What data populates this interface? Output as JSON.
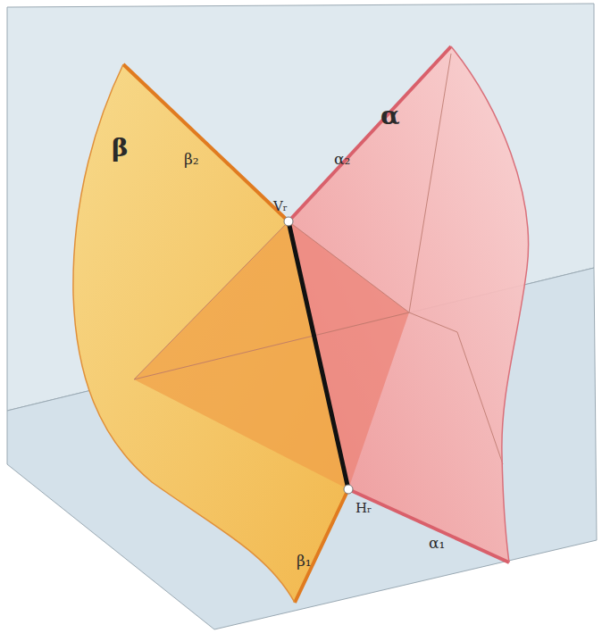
{
  "diagram": {
    "labels": [
      "β",
      "β₂",
      "Vᵣ",
      "α₂",
      "α",
      "Hᵣ",
      "β₁",
      "α₁"
    ]
  }
}
